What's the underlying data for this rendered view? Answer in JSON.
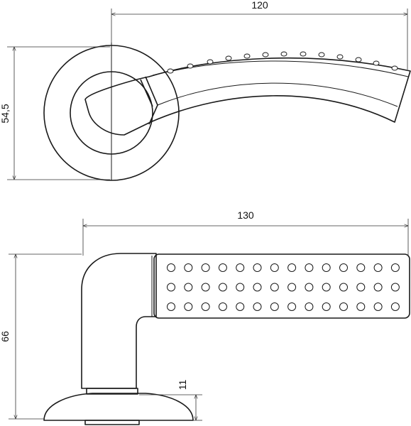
{
  "top_view": {
    "width_label": "120",
    "height_label": "54,5"
  },
  "front_view": {
    "width_label": "130",
    "height_label": "66",
    "rosette_label": "11",
    "grip_rows": 3,
    "grip_cols": 14
  },
  "colors": {
    "line": "#1a1a1a",
    "background": "#ffffff"
  }
}
